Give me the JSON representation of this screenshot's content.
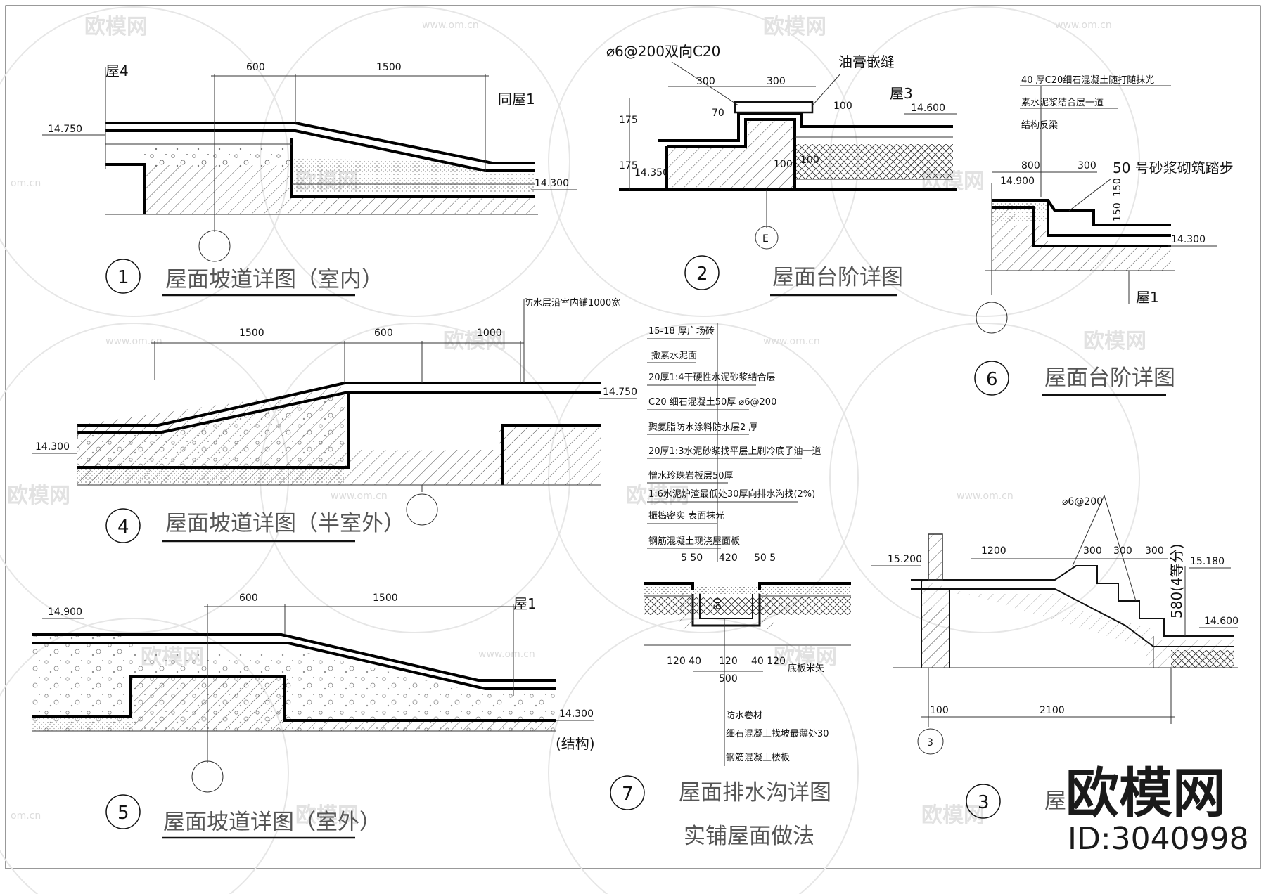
{
  "watermark": {
    "logo": "欧模网",
    "url": "www.om.cn",
    "url_short": "om.cn"
  },
  "stamp": {
    "brand": "欧模网",
    "id": "ID:3040998"
  },
  "detail1": {
    "number": "1",
    "title": "屋面坡道详图（室内）",
    "ref_left": "屋4",
    "ref_right": "同屋1",
    "dims": [
      "600",
      "1500"
    ],
    "elev_high": "14.750",
    "elev_low": "14.300"
  },
  "detail2": {
    "number": "2",
    "title": "屋面台阶详图",
    "rebar": "⌀6@200双向C20",
    "joint": "油膏嵌缝",
    "ref": "屋3",
    "dims": [
      "300",
      "300",
      "70",
      "100",
      "175",
      "175",
      "100",
      "100"
    ],
    "elev_high": "14.600",
    "elev_low": "14.350",
    "axis": "E"
  },
  "detail6": {
    "number": "6",
    "title": "屋面台阶详图",
    "notes": [
      "40 厚C20细石混凝土随打随抹光",
      "素水泥浆结合层一道",
      "结构反梁"
    ],
    "step_note": "50 号砂浆砌筑踏步",
    "dims": [
      "800",
      "300",
      "150",
      "150"
    ],
    "elev_high": "14.900",
    "elev_low": "14.300",
    "ref": "屋1"
  },
  "detail4": {
    "number": "4",
    "title": "屋面坡道详图（半室外）",
    "top_note": "防水层沿室内铺1000宽",
    "dims": [
      "1500",
      "600",
      "1000"
    ],
    "elev_high": "14.750",
    "elev_low": "14.300"
  },
  "detail7": {
    "number": "7",
    "title": "屋面排水沟详图",
    "subtitle": "实铺屋面做法",
    "layers": [
      "15-18 厚广场砖",
      "撒素水泥面",
      "20厚1:4干硬性水泥砂浆结合层",
      "C20 细石混凝土50厚 ⌀6@200",
      "聚氨脂防水涂料防水层2 厚",
      "20厚1:3水泥砂浆找平层上刷冷底子油一道",
      "憎水珍珠岩板层50厚",
      "1:6水泥炉渣最低处30厚向排水沟找(2%)",
      "振捣密实 表面抹光",
      "钢筋混凝土现浇屋面板"
    ],
    "top_dims": [
      "5 50",
      "420",
      "50 5"
    ],
    "depth": "60",
    "bottom_dims": [
      "120 40",
      "120",
      "40 120"
    ],
    "total": "500",
    "bottom_note": "底板米矢",
    "notes2": [
      "防水卷材",
      "细石混凝土找坡最薄处30",
      "钢筋混凝土楼板"
    ]
  },
  "detail5": {
    "number": "5",
    "title": "屋面坡道详图（室外）",
    "ref": "屋1",
    "dims": [
      "600",
      "1500"
    ],
    "elev_high": "14.900",
    "elev_low": "14.300",
    "struct": "(结构)"
  },
  "detail3": {
    "number": "3",
    "title": "屋",
    "rebar": "⌀6@200",
    "dims_top": [
      "1200",
      "300",
      "300",
      "300"
    ],
    "vert": "580(4等分)",
    "dims_bottom": [
      "100",
      "2100"
    ],
    "elev_left": "15.200",
    "elev_right_top": "15.180",
    "elev_right": "14.600",
    "axis": "3"
  }
}
